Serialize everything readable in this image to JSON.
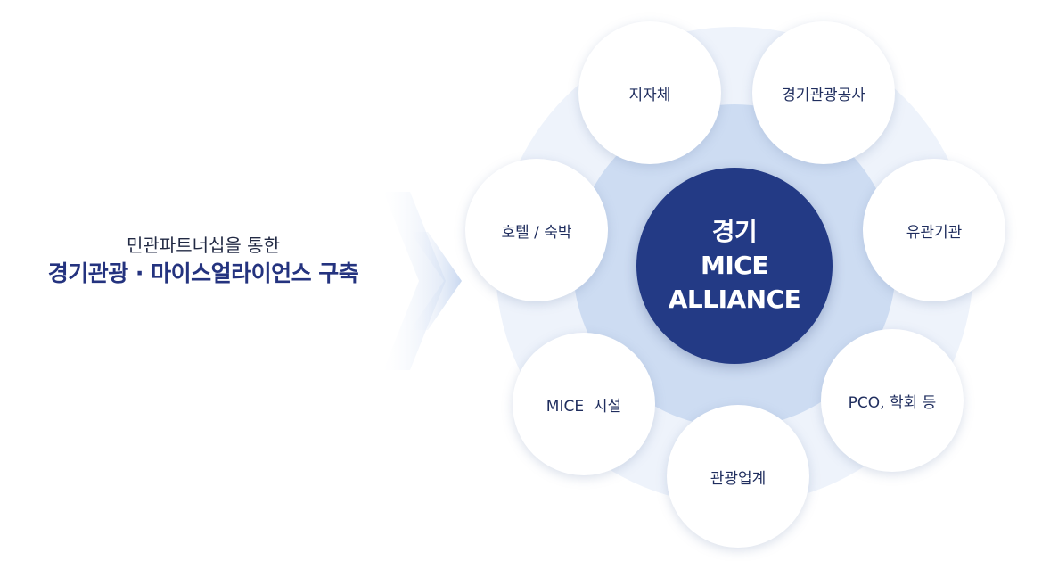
{
  "caption": {
    "sub": "민관파트너십을 통한",
    "main": "경기관광 · 마이스얼라이언스 구축"
  },
  "center": {
    "line1": "경기",
    "line2": "MICE",
    "line3": "ALLIANCE"
  },
  "nodes": [
    "지자체",
    "경기관광공사",
    "유관기관",
    "PCO, 학회 등",
    "관광업계",
    "MICE  시설",
    "호텔 / 숙박"
  ],
  "colors": {
    "core": "#233a85",
    "inner_ring": "#cddcf2",
    "outer_ring": "#eef3fb",
    "text_dark": "#1f2d5e"
  }
}
